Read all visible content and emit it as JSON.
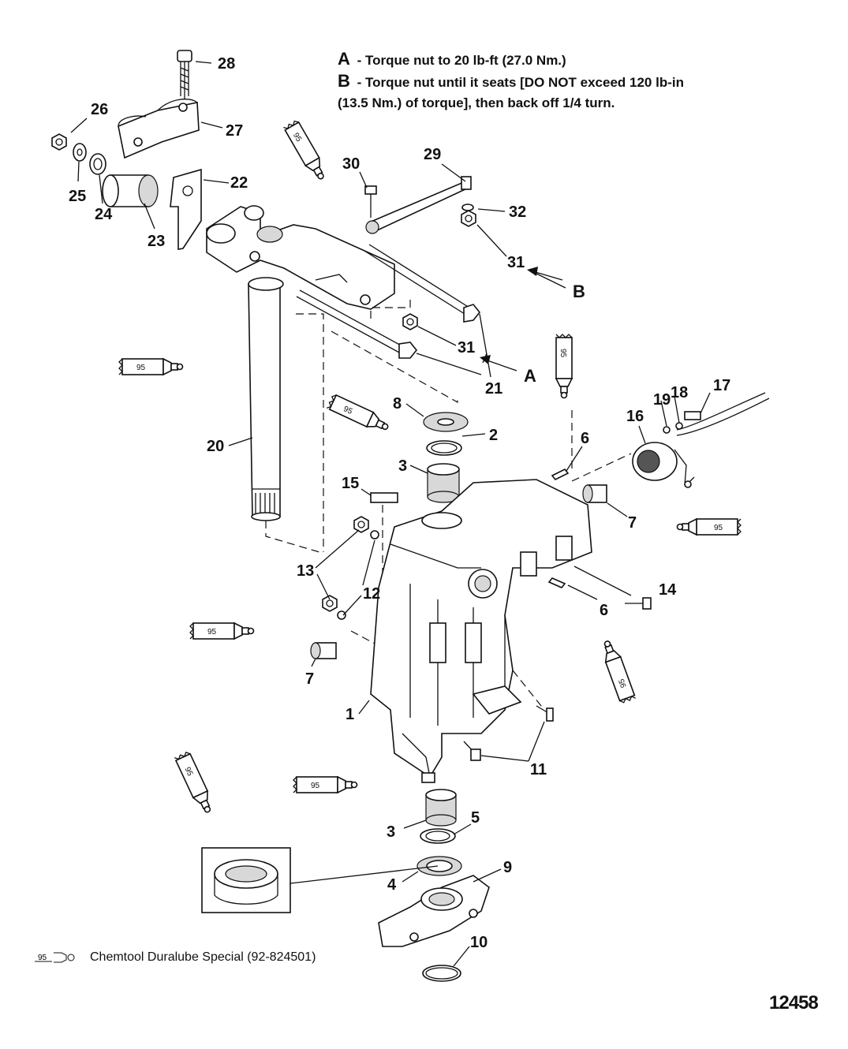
{
  "notes": {
    "a_letter": "A",
    "a_text": "- Torque nut to 20 lb-ft (27.0 Nm.)",
    "b_letter": "B",
    "b_text_line1": "- Torque nut until it seats [DO NOT exceed 120 lb-in",
    "b_text_line2": "(13.5 Nm.) of torque], then back off 1/4 turn."
  },
  "callouts": {
    "c28": "28",
    "c26": "26",
    "c27": "27",
    "c25": "25",
    "c24": "24",
    "c22": "22",
    "c23": "23",
    "c30": "30",
    "c29": "29",
    "c32": "32",
    "c31a": "31",
    "c31b": "31",
    "c21": "21",
    "c20": "20",
    "c8": "8",
    "c2": "2",
    "c3a": "3",
    "c15": "15",
    "c6a": "6",
    "c7a": "7",
    "c19": "19",
    "c18": "18",
    "c17": "17",
    "c16": "16",
    "c13": "13",
    "c12": "12",
    "c14": "14",
    "c6b": "6",
    "c7b": "7",
    "c1": "1",
    "c11": "11",
    "c3b": "3",
    "c5": "5",
    "c4": "4",
    "c9": "9",
    "c10": "10"
  },
  "markers": {
    "a": "A",
    "b": "B"
  },
  "lubricant": {
    "code": "95",
    "description": "Chemtool Duralube Special (92-824501)"
  },
  "figure_number": "12458"
}
